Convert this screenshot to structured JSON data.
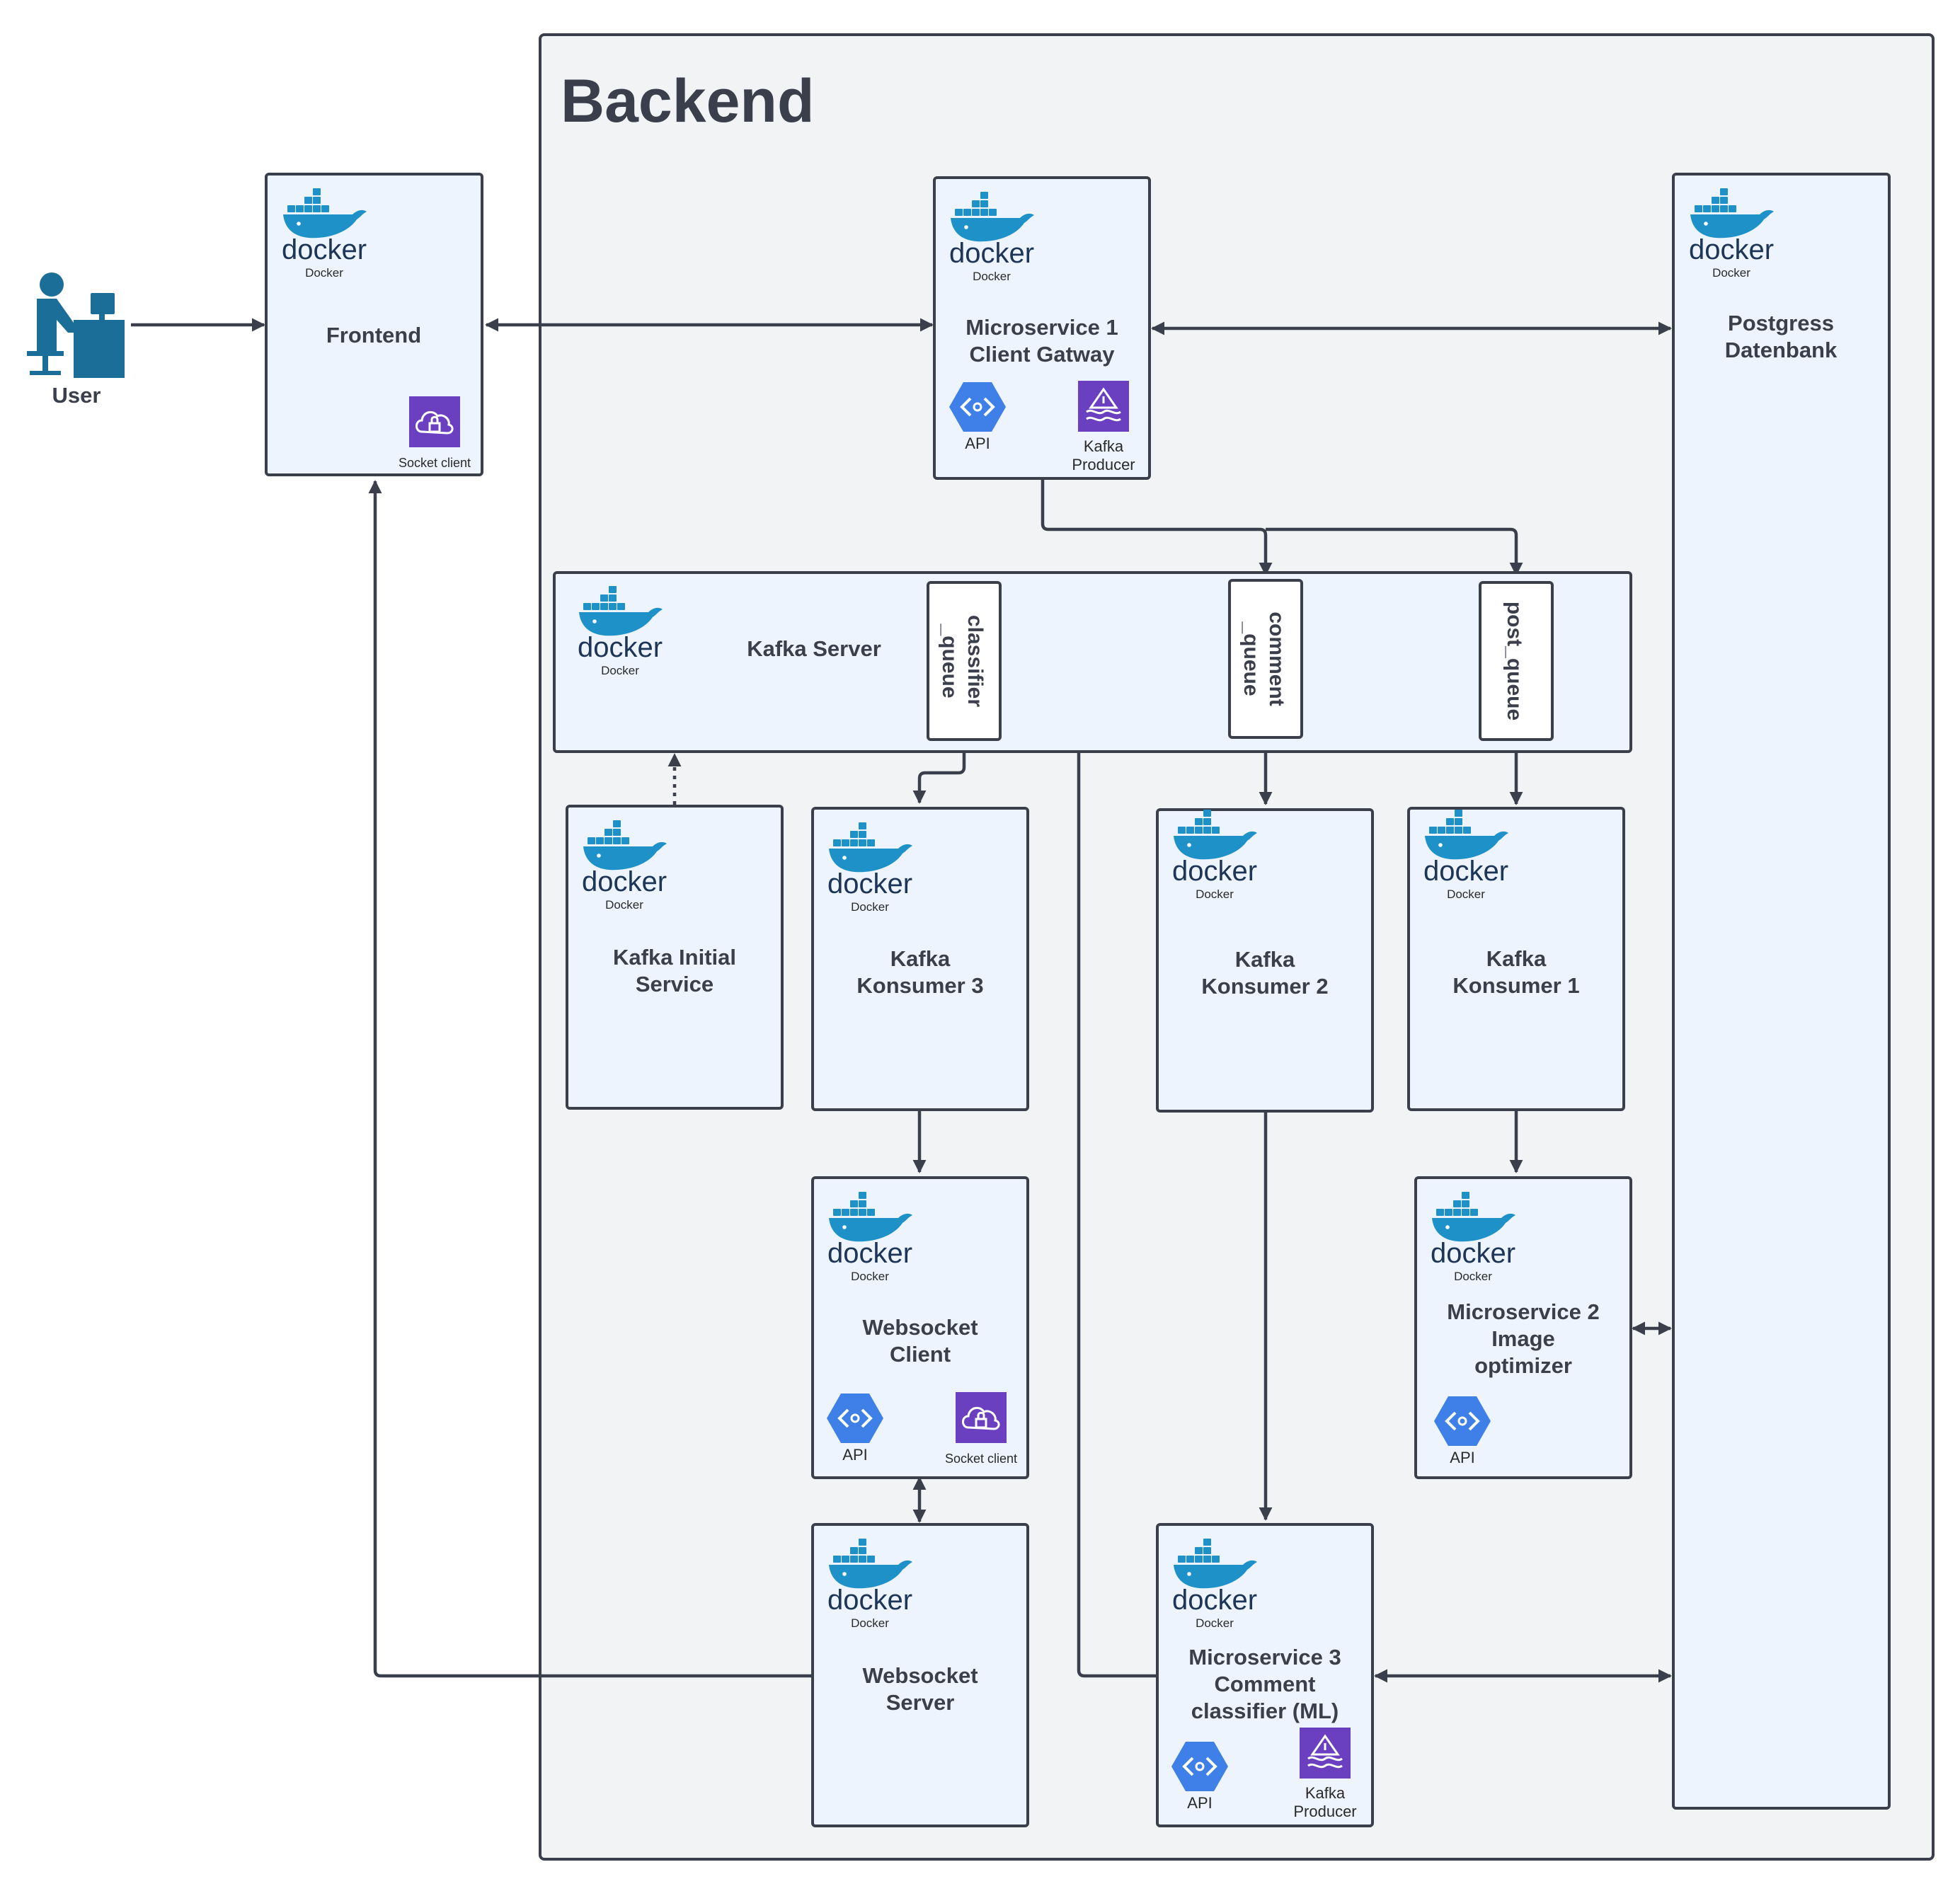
{
  "backend": {
    "title": "Backend"
  },
  "user": {
    "label": "User"
  },
  "docker": {
    "word": "docker",
    "caption": "Docker"
  },
  "frontend": {
    "label": "Frontend",
    "socket_label": "Socket client"
  },
  "ms1": {
    "line1": "Microservice 1",
    "line2": "Client Gatway",
    "api_label": "API",
    "kafka_line1": "Kafka",
    "kafka_line2": "Producer"
  },
  "postgres": {
    "line1": "Postgress",
    "line2": "Datenbank"
  },
  "kafka_server": {
    "label": "Kafka Server"
  },
  "queues": {
    "classifier_line1": "classifier",
    "classifier_line2": "_queue",
    "comment_line1": "comment",
    "comment_line2": "_queue",
    "post": "post_queue"
  },
  "kafka_initial": {
    "line1": "Kafka Initial",
    "line2": "Service"
  },
  "konsumer3": {
    "line1": "Kafka",
    "line2": "Konsumer 3"
  },
  "konsumer2": {
    "line1": "Kafka",
    "line2": "Konsumer 2"
  },
  "konsumer1": {
    "line1": "Kafka",
    "line2": "Konsumer 1"
  },
  "ws_client": {
    "line1": "Websocket",
    "line2": "Client",
    "api_label": "API",
    "socket_label": "Socket client"
  },
  "ms2": {
    "line1": "Microservice 2",
    "line2": "Image",
    "line3": "optimizer",
    "api_label": "API"
  },
  "ws_server": {
    "line1": "Websocket",
    "line2": "Server"
  },
  "ms3": {
    "line1": "Microservice 3",
    "line2": "Comment",
    "line3": "classifier (ML)",
    "api_label": "API",
    "kafka_line1": "Kafka",
    "kafka_line2": "Producer"
  },
  "colors": {
    "docker_blue": "#1d91c8",
    "api_blue": "#3f7fe8",
    "kafka_purple": "#6a3fc0",
    "box_fill": "#edf4fd",
    "backend_fill": "#f1f3f5",
    "stroke": "#3a3f4b",
    "user_icon": "#1a6e98"
  }
}
